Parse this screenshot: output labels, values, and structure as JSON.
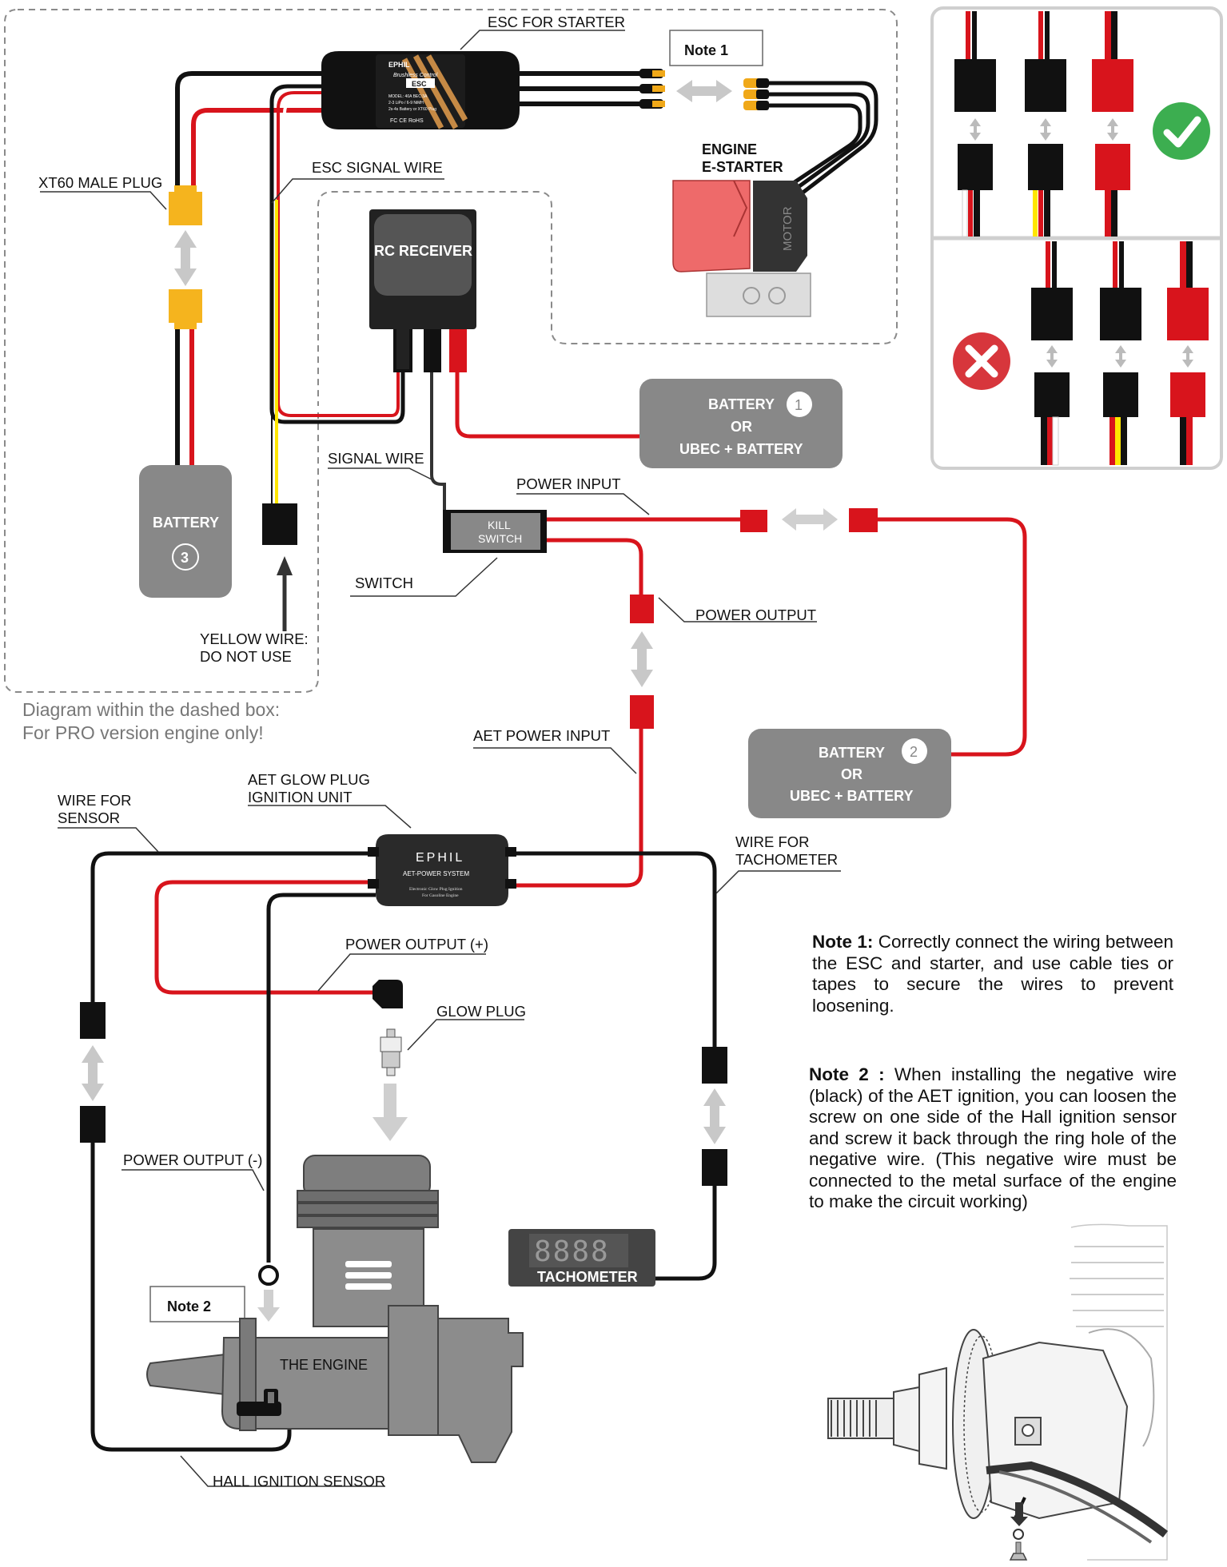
{
  "labels": {
    "esc_for_starter": "ESC FOR STARTER",
    "note1_box": "Note 1",
    "note2_box": "Note 2",
    "xt60": "XT60 MALE PLUG",
    "esc_signal_wire": "ESC  SIGNAL WIRE",
    "engine_e_starter_1": "ENGINE",
    "engine_e_starter_2": "E-STARTER",
    "motor": "MOTOR",
    "rc_receiver": "RC RECEIVER",
    "battery1_l1": "BATTERY",
    "battery1_num": "1",
    "battery1_l2": "OR",
    "battery1_l3": "UBEC + BATTERY",
    "battery2_l1": "BATTERY",
    "battery2_num": "2",
    "battery2_l2": "OR",
    "battery2_l3": "UBEC + BATTERY",
    "battery3": "BATTERY",
    "battery3_num": "3",
    "signal_wire": "SIGNAL WIRE",
    "power_input": "POWER INPUT",
    "kill_switch_1": "KILL",
    "kill_switch_2": "SWITCH",
    "switch": "SWITCH",
    "power_output": "POWER OUTPUT",
    "yellow_wire_1": "YELLOW WIRE:",
    "yellow_wire_2": "DO NOT USE",
    "aet_power_input": "AET  POWER INPUT",
    "aet_glow_1": "AET  GLOW PLUG",
    "aet_glow_2": "IGNITION  UNIT",
    "wire_sensor_1": "WIRE FOR",
    "wire_sensor_2": "SENSOR",
    "wire_tacho_1": "WIRE FOR",
    "wire_tacho_2": "TACHOMETER",
    "power_output_plus": "POWER OUTPUT (+)",
    "glow_plug": "GLOW PLUG",
    "power_output_minus": "POWER OUTPUT (-)",
    "tachometer": "TACHOMETER",
    "tacho_digits": "8888",
    "the_engine": "THE ENGINE",
    "hall_sensor": "HALL IGNITION SENSOR",
    "ephil_logo": "EPHIL",
    "aet_power_system": "AET-POWER SYSTEM",
    "aet_small_1": "Electronic Glow Plug Ignition",
    "aet_small_2": "For Gasoline Engine",
    "esc_logo": "EPHIL",
    "esc_model": "Brushless Control",
    "esc_tag": "ESC",
    "esc_spec_1": "MODEL: 40A    BEC:3A",
    "esc_spec_2": "2-3 LiPo / 6-9 NiMH",
    "esc_spec_3": "2s-4s Battery or XT60 Plug",
    "esc_cert": "FC CE RoHS"
  },
  "pro_note": {
    "line1": "Diagram within the dashed box:",
    "line2": "For PRO version engine only!"
  },
  "note1": {
    "title": "Note  1:",
    "body": "Correctly connect the wiring between the ESC and starter, and use cable ties or tapes to secure the wires to prevent loosening."
  },
  "note2": {
    "title": "Note 2 :",
    "body": "When installing the negative wire (black) of the AET ignition, you can loosen the screw on one side of the Hall ignition sensor and screw it back through the ring hole of the negative wire. (This negative wire must be connected to the metal surface of the engine to make the circuit working)"
  },
  "colors": {
    "red": "#d8141c",
    "black": "#111111",
    "yellow": "#ffe600",
    "xt60_yellow": "#f5b41e",
    "grey_box": "#888888",
    "ok_green": "#3cae50",
    "bad_red": "#d7363c"
  },
  "icons": {
    "correct": "check-icon",
    "wrong": "cross-icon"
  }
}
